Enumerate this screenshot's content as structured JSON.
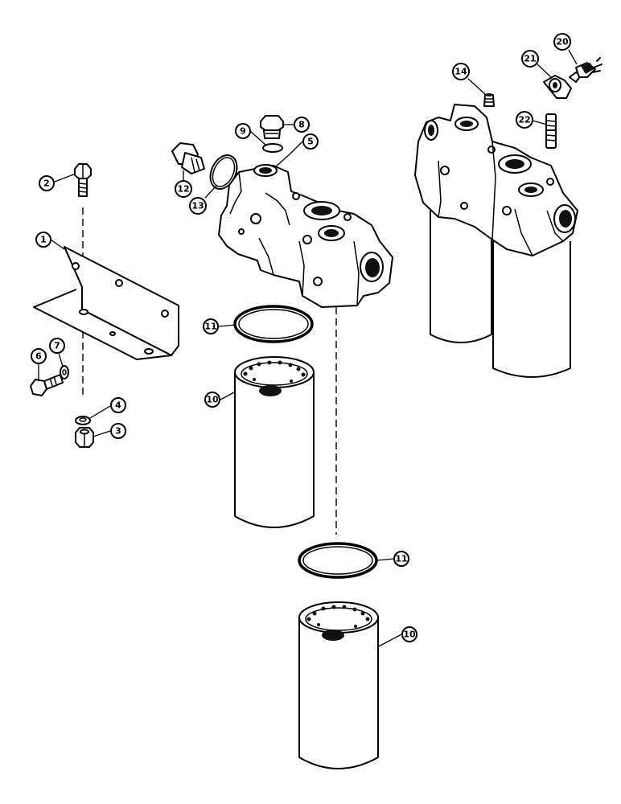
{
  "callouts": {
    "c1": "1",
    "c2": "2",
    "c3": "3",
    "c4": "4",
    "c5": "5",
    "c6": "6",
    "c7": "7",
    "c8": "8",
    "c9": "9",
    "c10a": "10",
    "c10b": "10",
    "c11a": "11",
    "c11b": "11",
    "c12": "12",
    "c13": "13",
    "c14": "14",
    "c20": "20",
    "c21": "21",
    "c22": "22"
  },
  "parts": {
    "1": "bracket-icon",
    "2": "bolt-icon",
    "3": "hex-nut-icon",
    "4": "lock-washer-icon",
    "5": "filter-head-icon",
    "6": "bolt-icon",
    "7": "lock-washer-icon",
    "8": "plug-icon",
    "9": "o-ring-icon",
    "10": "filter-cartridge-icon",
    "11": "seal-ring-icon",
    "12": "plug-icon",
    "13": "o-ring-icon",
    "14": "set-screw-icon",
    "20": "switch-icon",
    "21": "elbow-fitting-icon",
    "22": "stud-icon"
  }
}
